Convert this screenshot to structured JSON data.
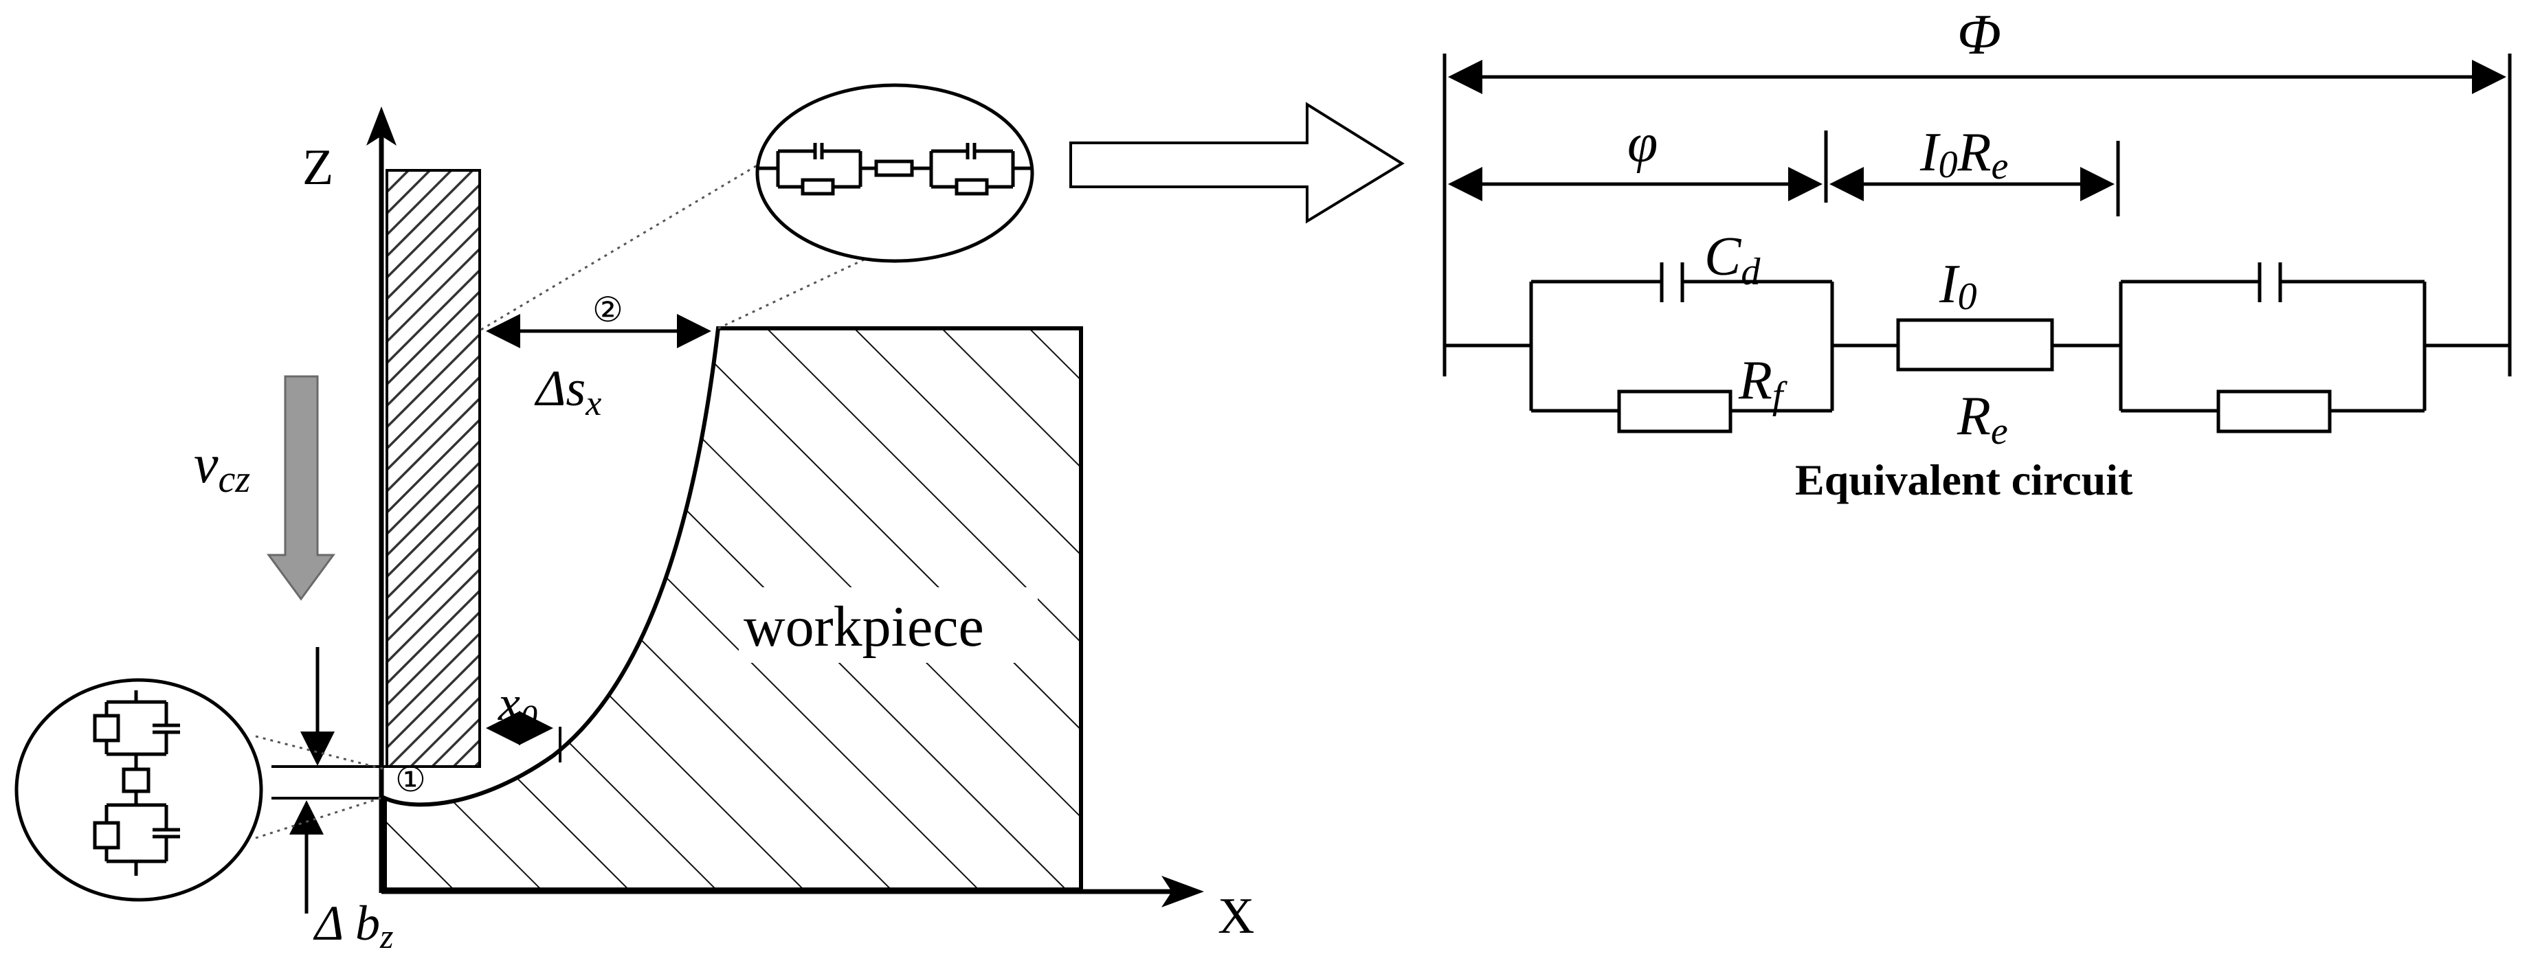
{
  "axes": {
    "z_label": "Z",
    "x_label": "X"
  },
  "left": {
    "velocity_base": "v",
    "velocity_sub": "cz",
    "gap_x_base": "Δs",
    "gap_x_sub": "x",
    "x0_base": "x",
    "x0_sub": "0",
    "gap_z_base": "Δ b",
    "gap_z_sub": "z",
    "point1": "①",
    "point2": "②",
    "workpiece_label": "workpiece"
  },
  "circuit": {
    "phi_total": "Φ",
    "phi_local": "φ",
    "drop_base_1": "I",
    "drop_sub_1": "0",
    "drop_base_2": "R",
    "drop_sub_2": "e",
    "cd_base": "C",
    "cd_sub": "d",
    "rf_base": "R",
    "rf_sub": "f",
    "i0_base": "I",
    "i0_sub": "0",
    "re_base": "R",
    "re_sub": "e",
    "caption": "Equivalent circuit"
  }
}
